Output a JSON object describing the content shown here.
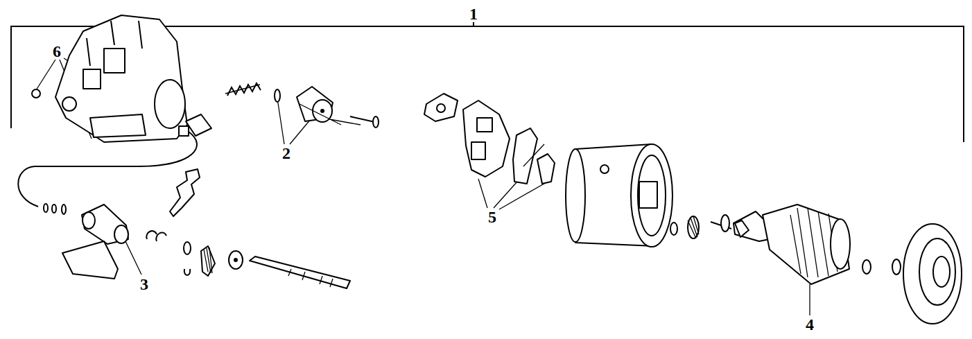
{
  "diagram": {
    "labels": [
      "1",
      "6",
      "2",
      "5",
      "3",
      "4"
    ]
  }
}
